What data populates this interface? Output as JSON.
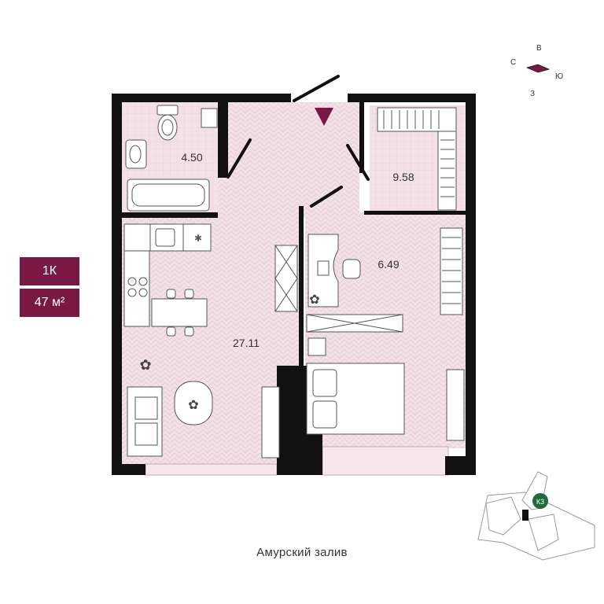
{
  "apartment": {
    "type_label": "1К",
    "area_label": "47 м²"
  },
  "rooms": [
    {
      "id": "bathroom",
      "area": "4.50"
    },
    {
      "id": "dressing-room",
      "area": "9.58"
    },
    {
      "id": "study",
      "area": "6.49"
    },
    {
      "id": "living-kitchen",
      "area": "27.11"
    }
  ],
  "compass": {
    "north": "С",
    "east": "В",
    "south": "Ю",
    "west": "З"
  },
  "site_plan": {
    "building_label": "К3"
  },
  "location_caption": "Амурский залив",
  "colors": {
    "accent": "#7a1845",
    "wall": "#111111",
    "floor": "#f3e1e7",
    "floor_pattern": "#ead0da",
    "balcony": "#f7e6ec",
    "building_marker": "#1f6b3a"
  }
}
